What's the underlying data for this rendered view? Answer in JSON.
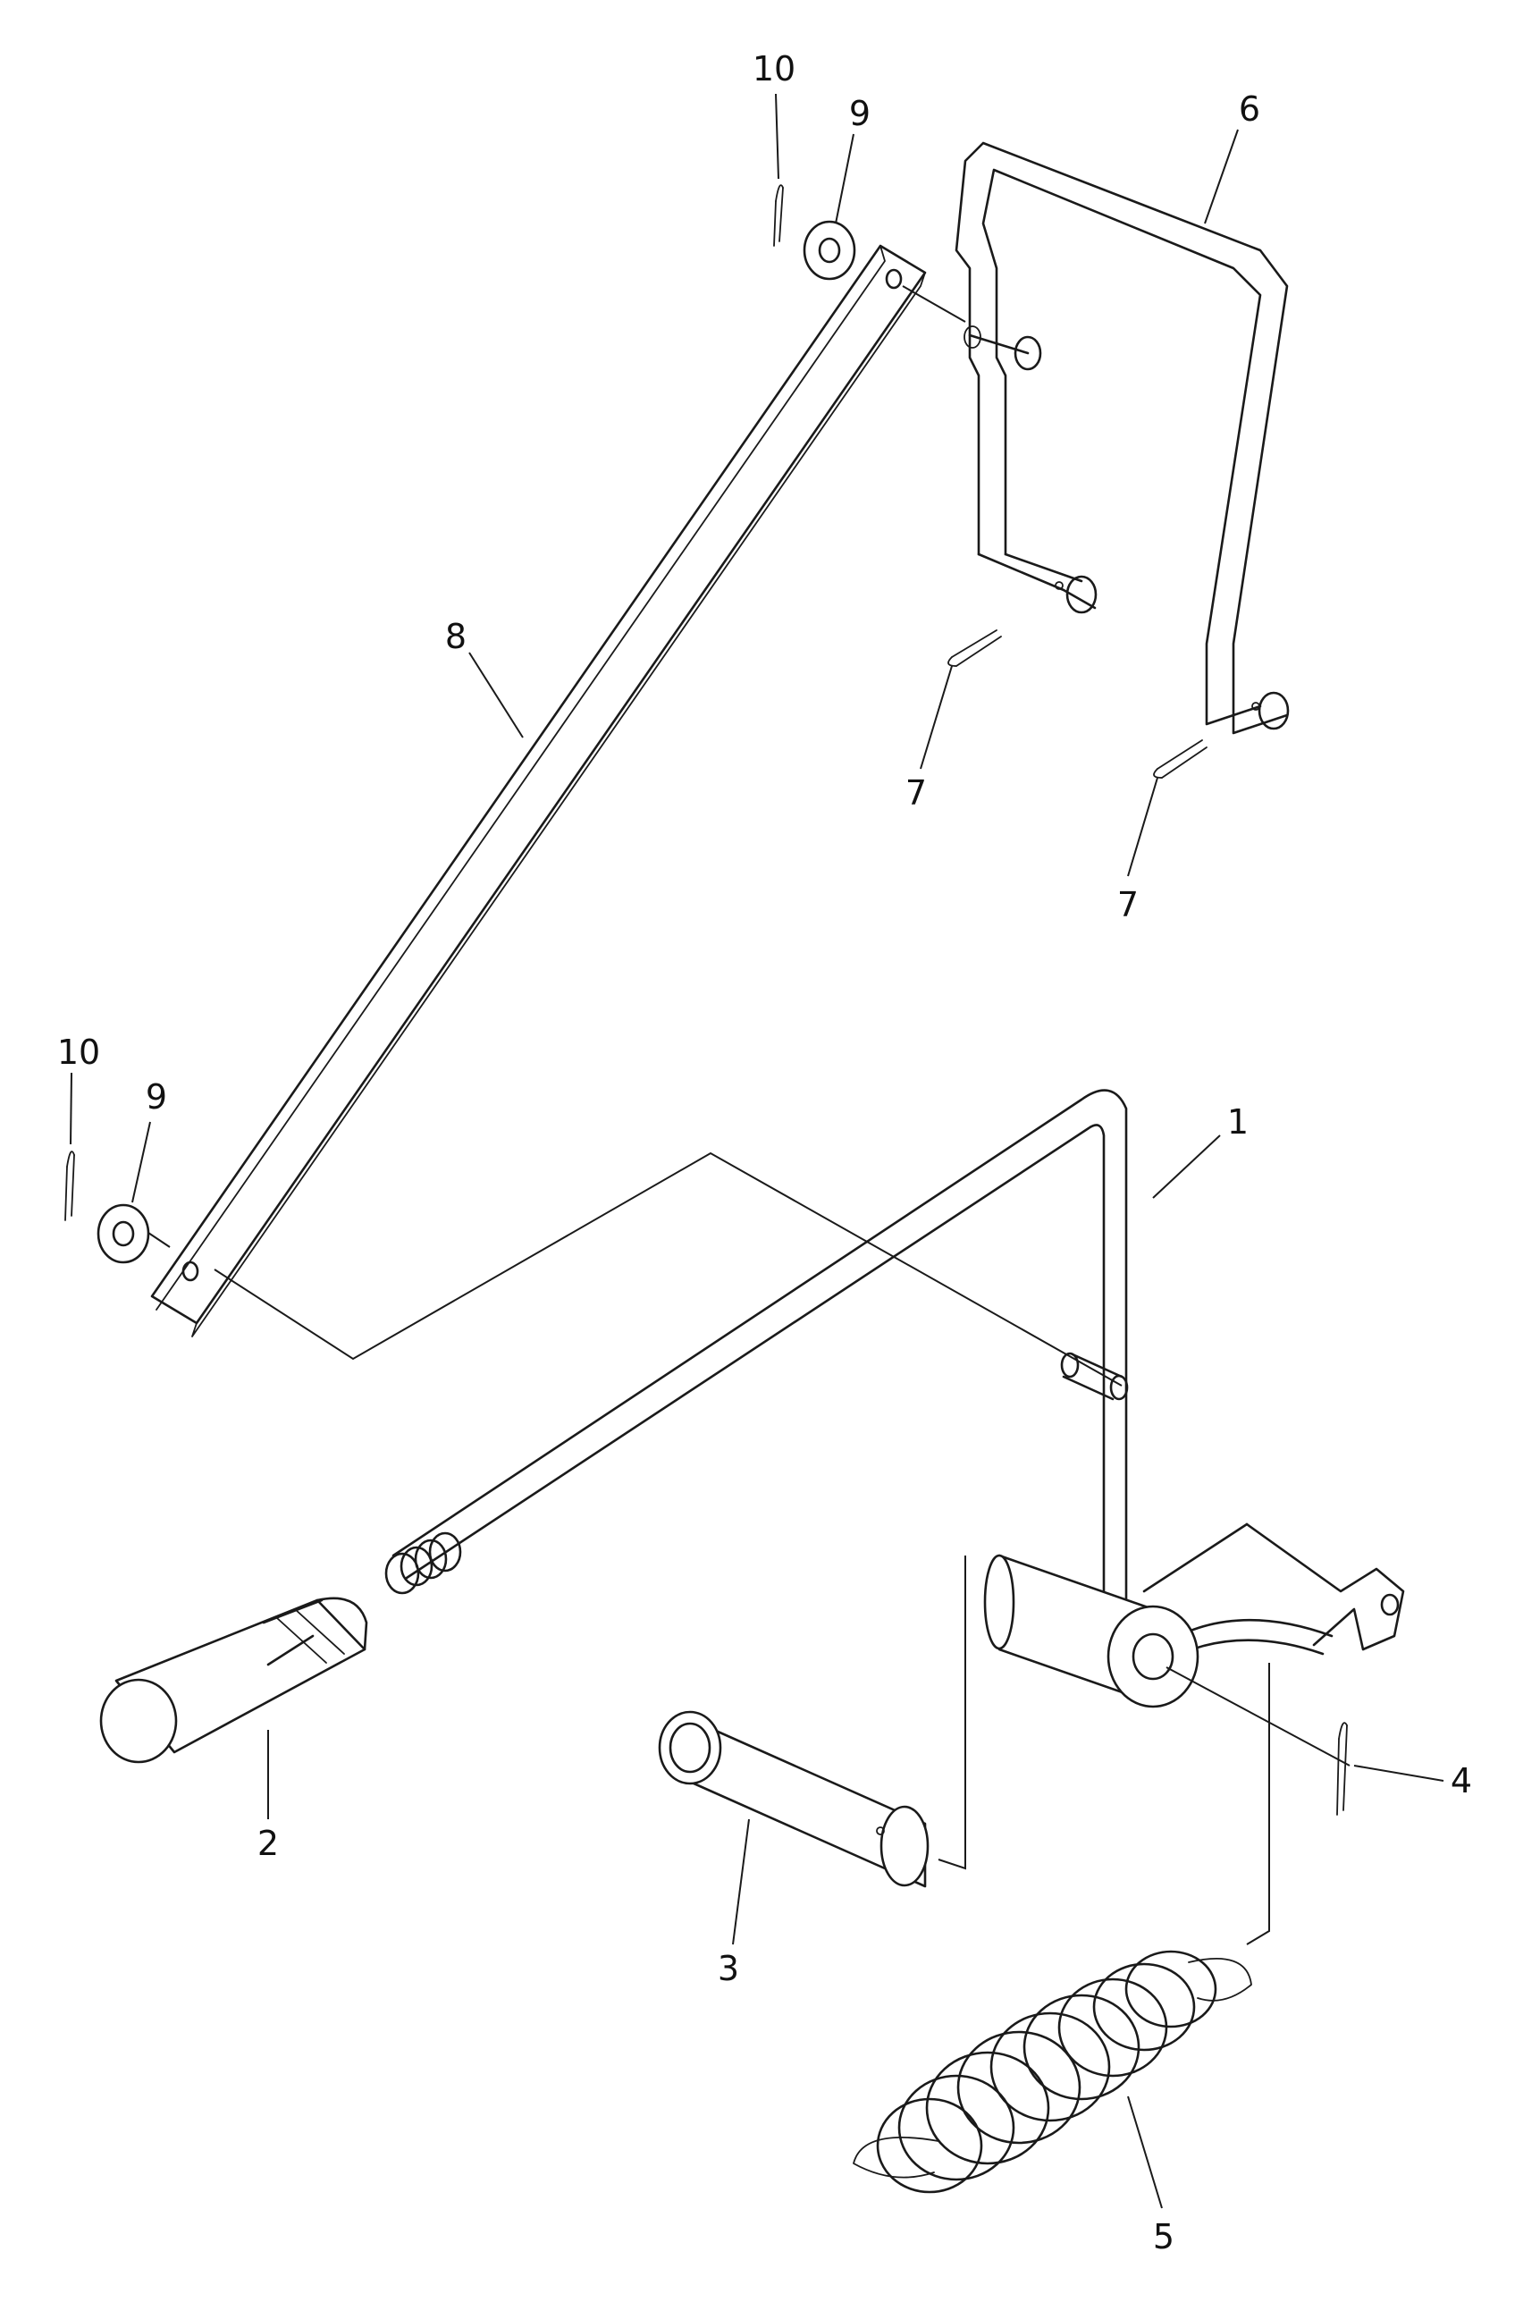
{
  "callouts": {
    "c1": "1",
    "c2": "2",
    "c3": "3",
    "c4": "4",
    "c5": "5",
    "c6": "6",
    "c7a": "7",
    "c7b": "7",
    "c8": "8",
    "c9a": "9",
    "c9b": "9",
    "c10a": "10",
    "c10b": "10"
  }
}
